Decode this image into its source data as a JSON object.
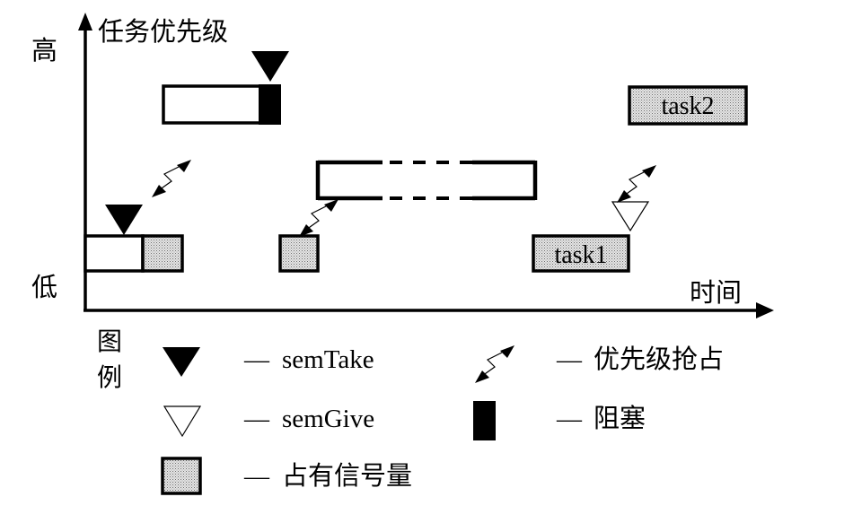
{
  "diagram": {
    "type": "priority-inversion timing diagram",
    "y_axis": {
      "label": "任务优先级",
      "high_label": "高",
      "low_label": "低"
    },
    "x_axis": {
      "label": "时间"
    },
    "tasks": {
      "high_priority_task_label": "task2",
      "low_priority_task_label": "task1"
    },
    "colors": {
      "stroke": "#000000",
      "background": "#ffffff",
      "semaphore_fill": "#d4d4d4",
      "semaphore_dot": "#7a7a7a",
      "block_fill": "#000000"
    }
  },
  "legend": {
    "title_line1": "图",
    "title_line2": "例",
    "dash": "—",
    "items": [
      {
        "icon": "filled-down-triangle-icon",
        "label": "semTake"
      },
      {
        "icon": "priority-preemption-icon",
        "label": "优先级抢占"
      },
      {
        "icon": "hollow-down-triangle-icon",
        "label": "semGive"
      },
      {
        "icon": "block-bar-icon",
        "label": "阻塞"
      },
      {
        "icon": "semaphore-held-icon",
        "label": "占有信号量"
      }
    ]
  }
}
